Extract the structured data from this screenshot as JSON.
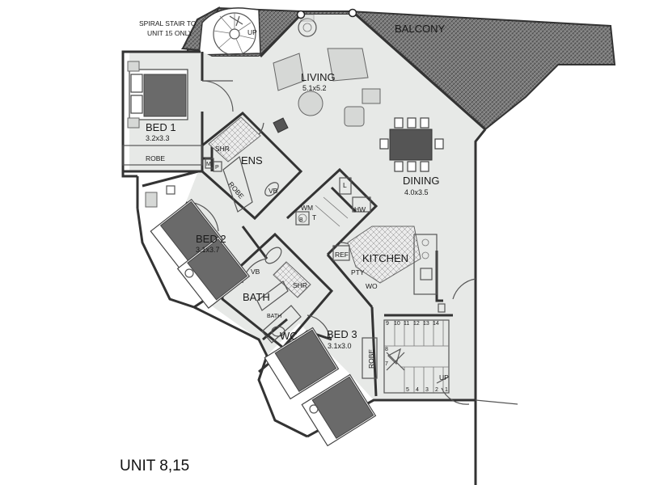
{
  "unit_title": "UNIT 8,15",
  "spiral_note": {
    "line1": "SPIRAL STAIR TO",
    "line2": "UNIT 15 ONLY"
  },
  "rooms": {
    "balcony": {
      "name": "BALCONY"
    },
    "living": {
      "name": "LIVING",
      "size": "5.1x5.2"
    },
    "dining": {
      "name": "DINING",
      "size": "4.0x3.5"
    },
    "kitchen": {
      "name": "KITCHEN"
    },
    "bed1": {
      "name": "BED 1",
      "size": "3.2x3.3"
    },
    "bed2": {
      "name": "BED 2",
      "size": "3.1x3.7"
    },
    "bed3": {
      "name": "BED 3",
      "size": "3.1x3.0"
    },
    "ensuite": {
      "name": "ENS"
    },
    "bath": {
      "name": "BATH"
    },
    "wc": {
      "name": "WC"
    }
  },
  "fixtures": {
    "robe": "ROBE",
    "shr": "SHR",
    "vb": "VB",
    "bath_tub": "BATH",
    "m": "M",
    "p": "P",
    "wm": "WM",
    "hw": "HW",
    "t": "T",
    "l": "L",
    "ref": "REF",
    "pty": "PTY",
    "wo": "WO",
    "up": "UP",
    "b": "B"
  },
  "stairs": {
    "upper_numbers": [
      "9",
      "10",
      "11",
      "12",
      "13",
      "14"
    ],
    "lower_numbers": [
      "5",
      "4",
      "3",
      "2",
      "1"
    ],
    "landing_numbers": [
      "8",
      "7"
    ]
  }
}
